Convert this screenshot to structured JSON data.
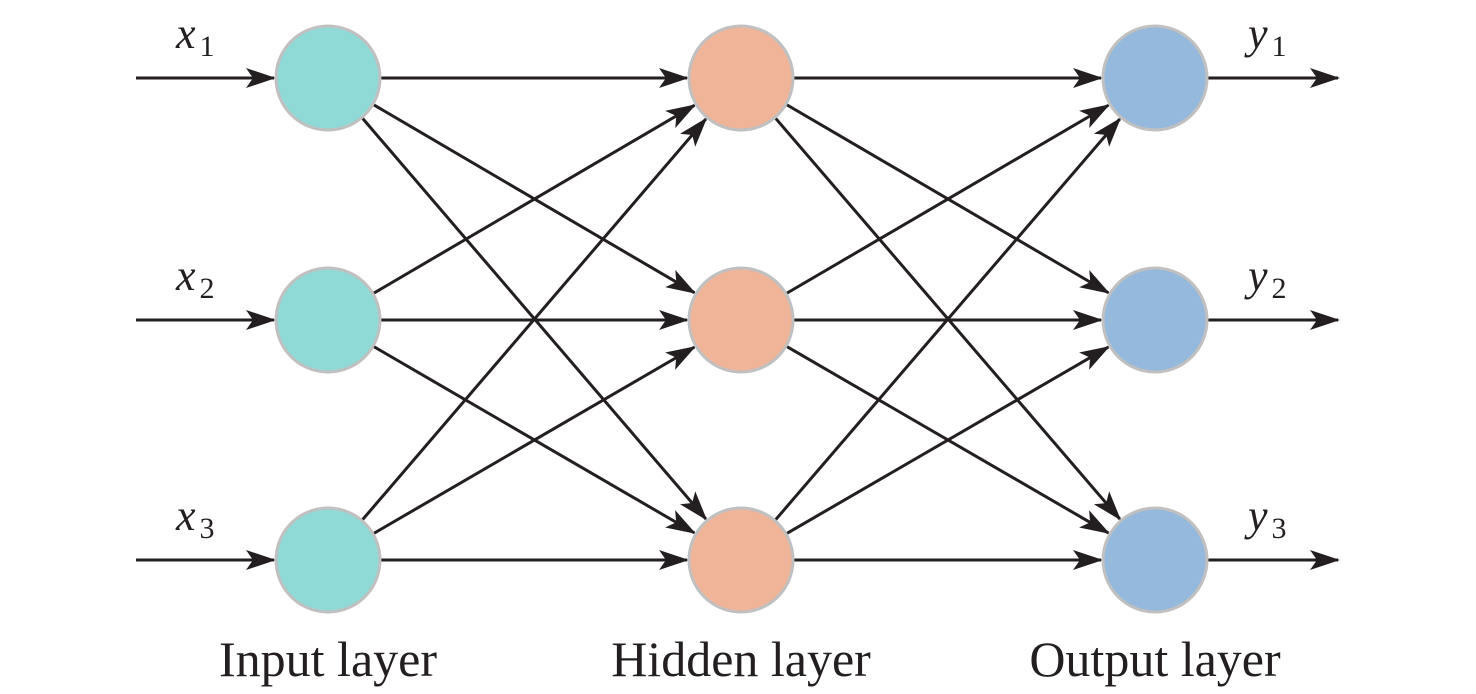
{
  "diagram": {
    "type": "neural-network",
    "layers": [
      {
        "id": "input",
        "label": "Input layer",
        "color": "#8fd9d6",
        "nodes": 3,
        "inputs": [
          {
            "var": "x",
            "sub": "1"
          },
          {
            "var": "x",
            "sub": "2"
          },
          {
            "var": "x",
            "sub": "3"
          }
        ]
      },
      {
        "id": "hidden",
        "label": "Hidden layer",
        "color": "#f0b598",
        "nodes": 3
      },
      {
        "id": "output",
        "label": "Output layer",
        "color": "#94b9dd",
        "nodes": 3,
        "outputs": [
          {
            "var": "y",
            "sub": "1"
          },
          {
            "var": "y",
            "sub": "2"
          },
          {
            "var": "y",
            "sub": "3"
          }
        ]
      }
    ],
    "connections": "fully-connected",
    "node_stroke": "#c0c0c0",
    "edge_color": "#231f20"
  }
}
